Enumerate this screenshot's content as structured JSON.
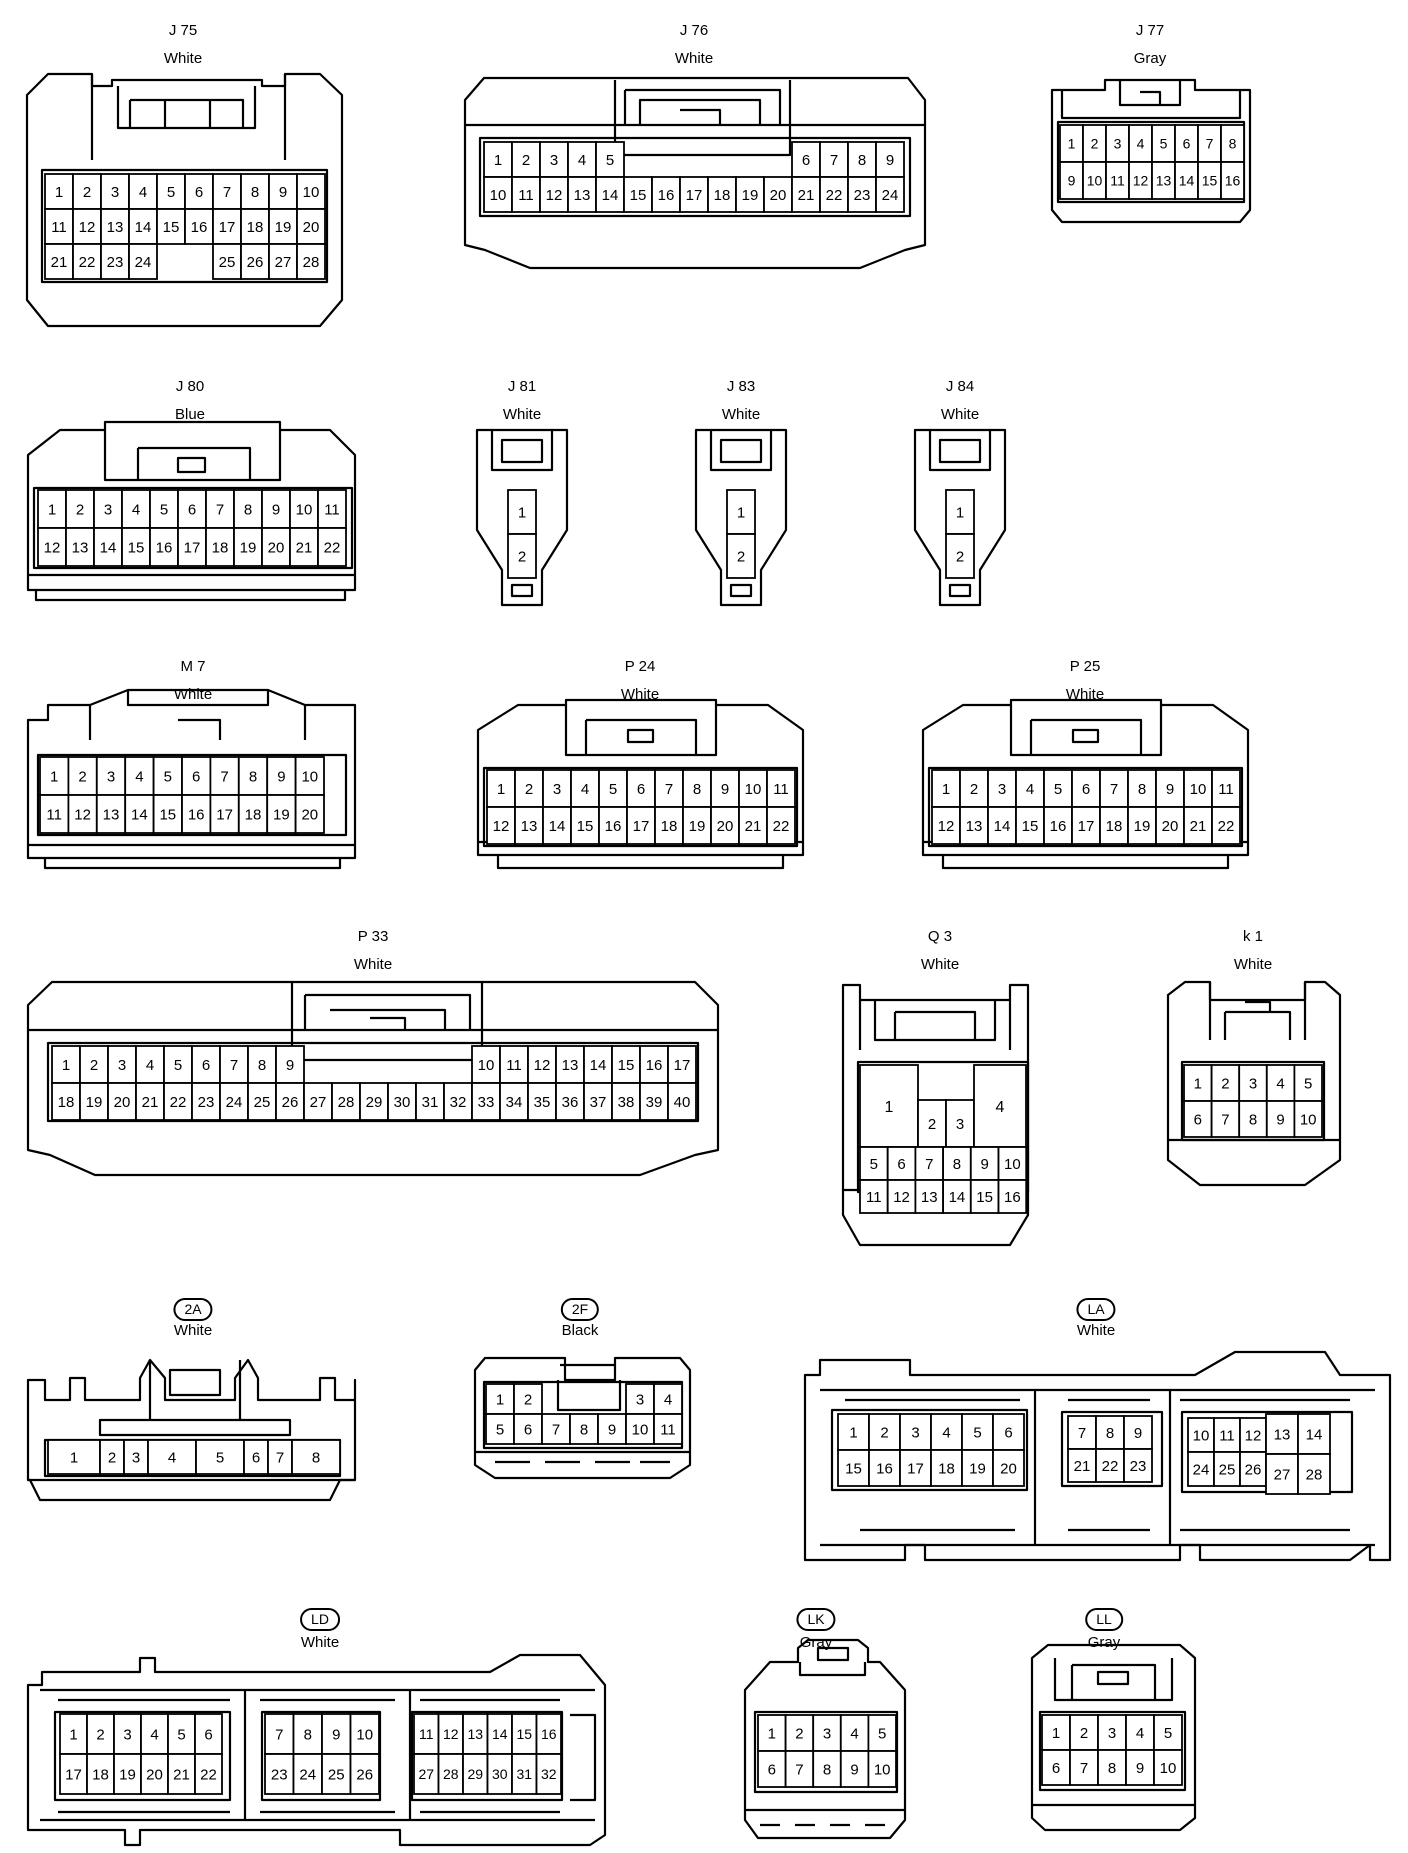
{
  "connectors": [
    {
      "id": "J75",
      "name": "J 75",
      "color": "White",
      "badge": false,
      "pin_rows": [
        [
          "1",
          "2",
          "3",
          "4",
          "5",
          "6",
          "7",
          "8",
          "9",
          "10"
        ],
        [
          "11",
          "12",
          "13",
          "14",
          "15",
          "16",
          "17",
          "18",
          "19",
          "20"
        ],
        [
          "21",
          "22",
          "23",
          "24",
          "",
          "",
          "25",
          "26",
          "27",
          "28"
        ]
      ]
    },
    {
      "id": "J76",
      "name": "J 76",
      "color": "White",
      "badge": false,
      "pin_rows": [
        [
          "1",
          "2",
          "3",
          "4",
          "5",
          "",
          "",
          "",
          "",
          "",
          "",
          "6",
          "7",
          "8",
          "9"
        ],
        [
          "10",
          "11",
          "12",
          "13",
          "14",
          "15",
          "16",
          "17",
          "18",
          "19",
          "20",
          "21",
          "22",
          "23",
          "24"
        ]
      ]
    },
    {
      "id": "J77",
      "name": "J 77",
      "color": "Gray",
      "badge": false,
      "pin_rows": [
        [
          "1",
          "2",
          "3",
          "4",
          "5",
          "6",
          "7",
          "8"
        ],
        [
          "9",
          "10",
          "11",
          "12",
          "13",
          "14",
          "15",
          "16"
        ]
      ]
    },
    {
      "id": "J80",
      "name": "J 80",
      "color": "Blue",
      "badge": false,
      "pin_rows": [
        [
          "1",
          "2",
          "3",
          "4",
          "5",
          "6",
          "7",
          "8",
          "9",
          "10",
          "11"
        ],
        [
          "12",
          "13",
          "14",
          "15",
          "16",
          "17",
          "18",
          "19",
          "20",
          "21",
          "22"
        ]
      ]
    },
    {
      "id": "J81",
      "name": "J 81",
      "color": "White",
      "badge": false,
      "pin_rows": [
        [
          "1"
        ],
        [
          "2"
        ]
      ]
    },
    {
      "id": "J83",
      "name": "J 83",
      "color": "White",
      "badge": false,
      "pin_rows": [
        [
          "1"
        ],
        [
          "2"
        ]
      ]
    },
    {
      "id": "J84",
      "name": "J 84",
      "color": "White",
      "badge": false,
      "pin_rows": [
        [
          "1"
        ],
        [
          "2"
        ]
      ]
    },
    {
      "id": "M7",
      "name": "M 7",
      "color": "White",
      "badge": false,
      "pin_rows": [
        [
          "1",
          "2",
          "3",
          "4",
          "5",
          "6",
          "7",
          "8",
          "9",
          "10"
        ],
        [
          "11",
          "12",
          "13",
          "14",
          "15",
          "16",
          "17",
          "18",
          "19",
          "20"
        ]
      ]
    },
    {
      "id": "P24",
      "name": "P 24",
      "color": "White",
      "badge": false,
      "pin_rows": [
        [
          "1",
          "2",
          "3",
          "4",
          "5",
          "6",
          "7",
          "8",
          "9",
          "10",
          "11"
        ],
        [
          "12",
          "13",
          "14",
          "15",
          "16",
          "17",
          "18",
          "19",
          "20",
          "21",
          "22"
        ]
      ]
    },
    {
      "id": "P25",
      "name": "P 25",
      "color": "White",
      "badge": false,
      "pin_rows": [
        [
          "1",
          "2",
          "3",
          "4",
          "5",
          "6",
          "7",
          "8",
          "9",
          "10",
          "11"
        ],
        [
          "12",
          "13",
          "14",
          "15",
          "16",
          "17",
          "18",
          "19",
          "20",
          "21",
          "22"
        ]
      ]
    },
    {
      "id": "P33",
      "name": "P 33",
      "color": "White",
      "badge": false,
      "pin_rows": [
        [
          "1",
          "2",
          "3",
          "4",
          "5",
          "6",
          "7",
          "8",
          "9",
          "",
          "",
          "",
          "",
          "",
          "",
          "10",
          "11",
          "12",
          "13",
          "14",
          "15",
          "16",
          "17"
        ],
        [
          "18",
          "19",
          "20",
          "21",
          "22",
          "23",
          "24",
          "25",
          "26",
          "27",
          "28",
          "29",
          "30",
          "31",
          "32",
          "33",
          "34",
          "35",
          "36",
          "37",
          "38",
          "39",
          "40"
        ]
      ]
    },
    {
      "id": "Q3",
      "name": "Q 3",
      "color": "White",
      "badge": false,
      "pin_rows": [
        [
          "1",
          "2",
          "3",
          "4"
        ],
        [
          "5",
          "6",
          "7",
          "8",
          "9",
          "10"
        ],
        [
          "11",
          "12",
          "13",
          "14",
          "15",
          "16"
        ]
      ]
    },
    {
      "id": "k1",
      "name": "k 1",
      "color": "White",
      "badge": false,
      "pin_rows": [
        [
          "1",
          "2",
          "3",
          "4",
          "5"
        ],
        [
          "6",
          "7",
          "8",
          "9",
          "10"
        ]
      ]
    },
    {
      "id": "2A",
      "name": "2A",
      "color": "White",
      "badge": true,
      "pin_rows": [
        [
          "1",
          "2",
          "3",
          "4",
          "5",
          "6",
          "7",
          "8"
        ]
      ]
    },
    {
      "id": "2F",
      "name": "2F",
      "color": "Black",
      "badge": true,
      "pin_rows": [
        [
          "1",
          "2",
          "3",
          "4"
        ],
        [
          "5",
          "6",
          "7",
          "8",
          "9",
          "10",
          "11"
        ]
      ]
    },
    {
      "id": "LA",
      "name": "LA",
      "color": "White",
      "badge": true,
      "pin_rows": [
        [
          "1",
          "2",
          "3",
          "4",
          "5",
          "6",
          "7",
          "8",
          "9",
          "10",
          "11",
          "12",
          "13",
          "14"
        ],
        [
          "15",
          "16",
          "17",
          "18",
          "19",
          "20",
          "21",
          "22",
          "23",
          "24",
          "25",
          "26",
          "27",
          "28"
        ]
      ]
    },
    {
      "id": "LD",
      "name": "LD",
      "color": "White",
      "badge": true,
      "pin_rows": [
        [
          "1",
          "2",
          "3",
          "4",
          "5",
          "6",
          "7",
          "8",
          "9",
          "10",
          "11",
          "12",
          "13",
          "14",
          "15",
          "16"
        ],
        [
          "17",
          "18",
          "19",
          "20",
          "21",
          "22",
          "23",
          "24",
          "25",
          "26",
          "27",
          "28",
          "29",
          "30",
          "31",
          "32"
        ]
      ]
    },
    {
      "id": "LK",
      "name": "LK",
      "color": "Gray",
      "badge": true,
      "pin_rows": [
        [
          "1",
          "2",
          "3",
          "4",
          "5"
        ],
        [
          "6",
          "7",
          "8",
          "9",
          "10"
        ]
      ]
    },
    {
      "id": "LL",
      "name": "LL",
      "color": "Gray",
      "badge": true,
      "pin_rows": [
        [
          "1",
          "2",
          "3",
          "4",
          "5"
        ],
        [
          "6",
          "7",
          "8",
          "9",
          "10"
        ]
      ]
    }
  ]
}
